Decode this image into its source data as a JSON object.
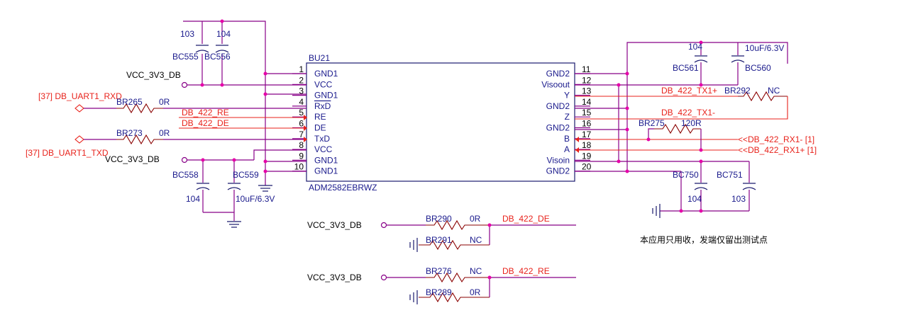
{
  "chip": {
    "refdes": "BU21",
    "part": "ADM2582EBRWZ",
    "left_pins": [
      {
        "num": "1",
        "name": "GND1"
      },
      {
        "num": "2",
        "name": "VCC"
      },
      {
        "num": "3",
        "name": "GND1"
      },
      {
        "num": "4",
        "name": "RxD"
      },
      {
        "num": "5",
        "name": "RE"
      },
      {
        "num": "6",
        "name": "DE"
      },
      {
        "num": "7",
        "name": "TxD"
      },
      {
        "num": "8",
        "name": "VCC"
      },
      {
        "num": "9",
        "name": "GND1"
      },
      {
        "num": "10",
        "name": "GND1"
      }
    ],
    "right_pins": [
      {
        "num": "11",
        "name": "GND2"
      },
      {
        "num": "12",
        "name": "Visoout"
      },
      {
        "num": "13",
        "name": "Y"
      },
      {
        "num": "14",
        "name": "GND2"
      },
      {
        "num": "15",
        "name": "Z"
      },
      {
        "num": "16",
        "name": "GND2"
      },
      {
        "num": "17",
        "name": "B"
      },
      {
        "num": "18",
        "name": "A"
      },
      {
        "num": "19",
        "name": "Visoin"
      },
      {
        "num": "20",
        "name": "GND2"
      }
    ]
  },
  "caps": {
    "bc555": {
      "ref": "BC555",
      "val": "103"
    },
    "bc556": {
      "ref": "BC556",
      "val": "104"
    },
    "bc558": {
      "ref": "BC558",
      "val": "104"
    },
    "bc559": {
      "ref": "BC559",
      "val": "10uF/6.3V"
    },
    "bc561": {
      "ref": "BC561",
      "val": "104"
    },
    "bc560": {
      "ref": "BC560",
      "val": "10uF/6.3V"
    },
    "bc750": {
      "ref": "BC750",
      "val": "104"
    },
    "bc751": {
      "ref": "BC751",
      "val": "103"
    }
  },
  "resistors": {
    "br265": {
      "ref": "BR265",
      "val": "0R"
    },
    "br273": {
      "ref": "BR273",
      "val": "0R"
    },
    "br292": {
      "ref": "BR292",
      "val": "NC"
    },
    "br275": {
      "ref": "BR275",
      "val": "120R"
    },
    "br290": {
      "ref": "BR290",
      "val": "0R"
    },
    "br291": {
      "ref": "BR291",
      "val": "NC"
    },
    "br276": {
      "ref": "BR276",
      "val": "NC"
    },
    "br289": {
      "ref": "BR289",
      "val": "0R"
    }
  },
  "nets": {
    "vcc_top": "VCC_3V3_DB",
    "vcc_mid": "VCC_3V3_DB",
    "vcc_de": "VCC_3V3_DB",
    "vcc_re": "VCC_3V3_DB",
    "uart_rxd": "[37] DB_UART1_RXD",
    "uart_txd": "[37] DB_UART1_TXD",
    "re_net": "DB_422_RE",
    "de_net": "DB_422_DE",
    "de_out": "DB_422_DE",
    "re_out": "DB_422_RE",
    "tx_plus": "DB_422_TX1+",
    "tx_minus": "DB_422_TX1-",
    "rx_minus": "<<DB_422_RX1- [1]",
    "rx_plus": "<<DB_422_RX1+ [1]"
  },
  "note": "本应用只用收，发端仅留出测试点",
  "colors": {
    "wire": "#880088",
    "net_label": "#e8221b",
    "junction": "#e600a8",
    "outline": "#1a1a6e"
  }
}
